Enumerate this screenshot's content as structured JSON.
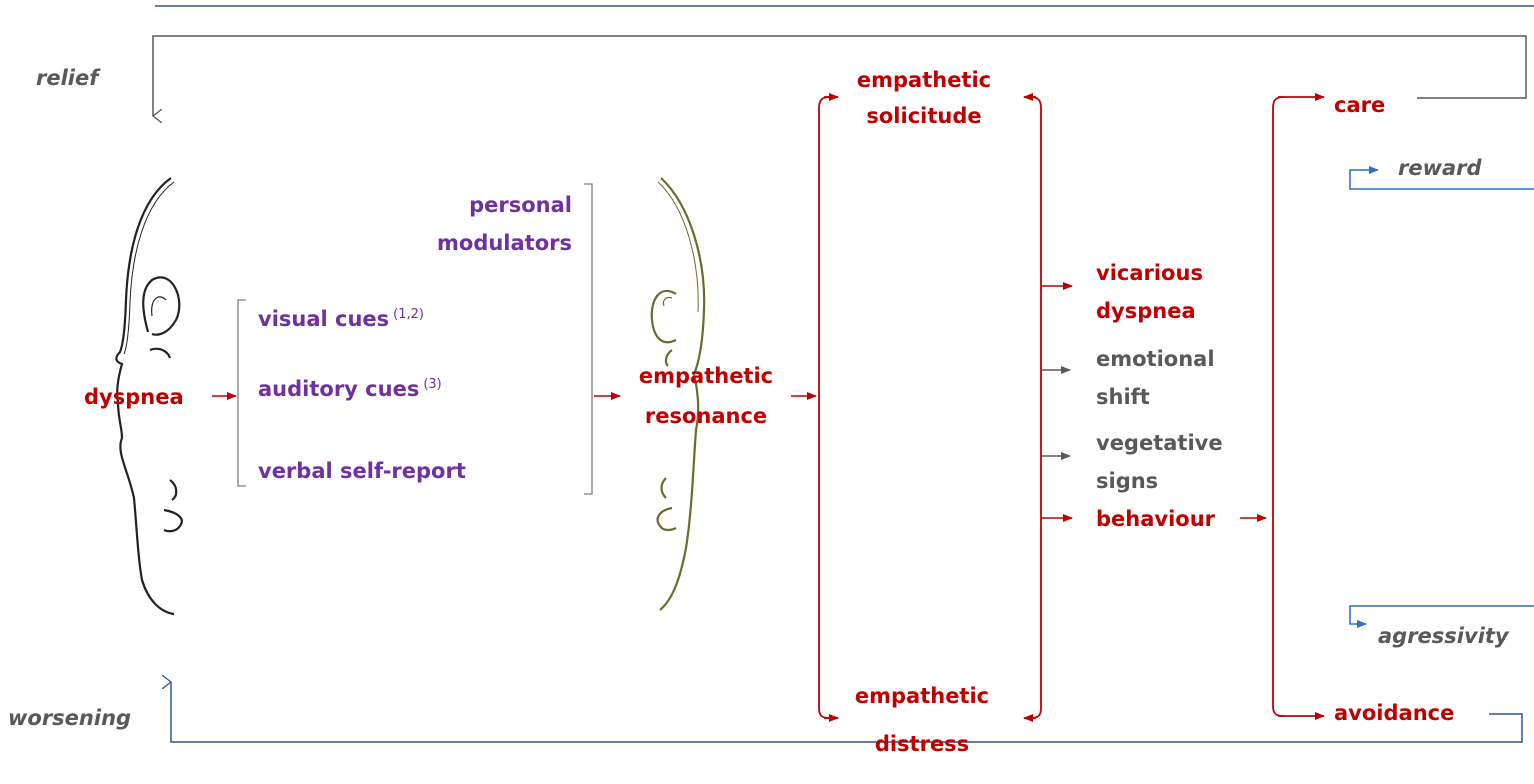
{
  "colors": {
    "red": "#c00000",
    "purple": "#7030a0",
    "gray": "#595959",
    "blue": "#2f5597",
    "face_dark": "#222222",
    "face_olive": "#6b6b2a"
  },
  "icons": {
    "observed_face": "profile-silhouette",
    "observer_face": "profile-silhouette-olive"
  },
  "labels": {
    "relief": "relief",
    "worsening": "worsening",
    "dyspnea": "dyspnea",
    "visual_cues": "visual cues",
    "visual_cues_ref": "(1,2)",
    "auditory_cues": "auditory cues",
    "auditory_cues_ref": "(3)",
    "verbal_self_report": "verbal self-report",
    "personal_modulators_1": "personal",
    "personal_modulators_2": "modulators",
    "empathetic_resonance_1": "empathetic",
    "empathetic_resonance_2": "resonance",
    "empathetic_solicitude_1": "empathetic",
    "empathetic_solicitude_2": "solicitude",
    "empathetic_distress_1": "empathetic",
    "empathetic_distress_2": "distress",
    "vicarious_dyspnea_1": "vicarious",
    "vicarious_dyspnea_2": "dyspnea",
    "emotional_shift_1": "emotional",
    "emotional_shift_2": "shift",
    "vegetative_signs_1": "vegetative",
    "vegetative_signs_2": "signs",
    "behaviour": "behaviour",
    "care": "care",
    "reward": "reward",
    "agressivity": "agressivity",
    "avoidance": "avoidance"
  }
}
